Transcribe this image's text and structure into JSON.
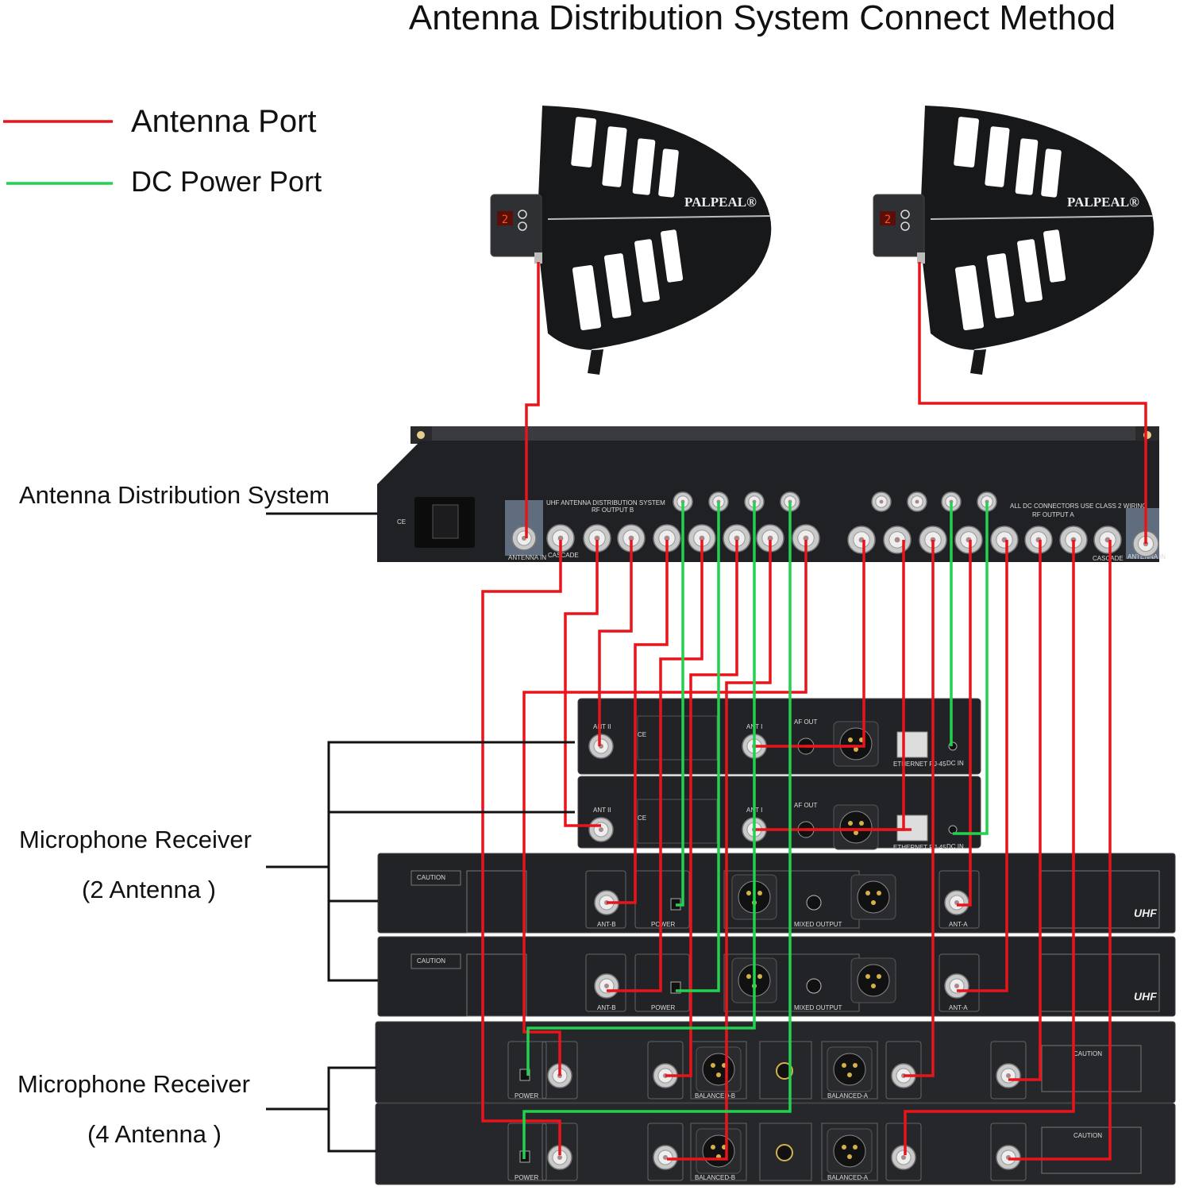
{
  "title": "Antenna Distribution System Connect Method",
  "legend": [
    {
      "label": "Antenna Port",
      "color": "#e8141b"
    },
    {
      "label": "DC Power Port",
      "color": "#22d14f"
    }
  ],
  "labels": {
    "ads": "Antenna Distribution System",
    "receiver_2_line1": "Microphone Receiver",
    "receiver_2_line2": "(2 Antenna )",
    "receiver_4_line1": "Microphone Receiver",
    "receiver_4_line2": "(4 Antenna )"
  },
  "antenna": {
    "brand": "PALPEAL®",
    "display": "2"
  },
  "ads_panel": {
    "system_name": "UHF ANTENNA DISTRIBUTION SYSTEM",
    "rf_output_b": "RF OUTPUT B",
    "rf_output_a": "RF OUTPUT A",
    "dc_note": "ALL DC CONNECTORS USE CLASS 2 WIRING",
    "antenna_in": "ANTENNA IN",
    "cascade": "CASCADE",
    "ce": "CE"
  },
  "small_receiver": {
    "ant2": "ANT II",
    "ant1": "ANT I",
    "af_out": "AF OUT",
    "dc_in": "DC IN",
    "ethernet": "ETHERNET RJ-45",
    "ce": "CE"
  },
  "large_receiver": {
    "caution": "CAUTION",
    "ant_b": "ANT-B",
    "ant_a": "ANT-A",
    "power": "POWER",
    "mixed": "MIXED OUTPUT",
    "band": "UHF"
  },
  "four_receiver": {
    "power": "POWER",
    "balanced_b": "BALANCED-B",
    "balanced_a": "BALANCED-A",
    "caution": "CAUTION"
  },
  "colors": {
    "antenna_port": "#e8141b",
    "dc_power_port": "#22d14f",
    "device": "#222326"
  }
}
